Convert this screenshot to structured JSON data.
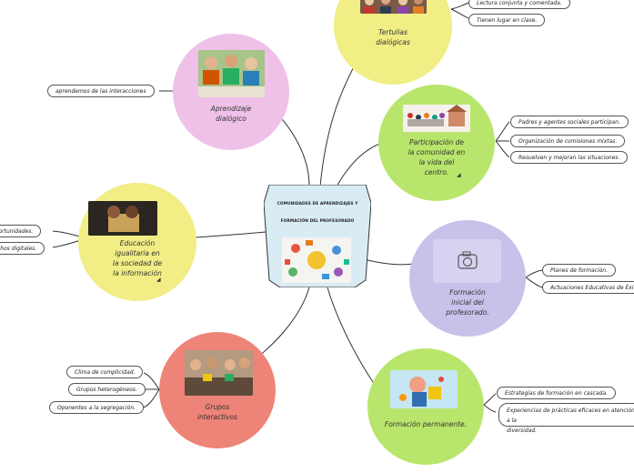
{
  "center": {
    "line1": "COMUNIDADES DE APRENDIZAJES Y",
    "line2": "FORMACIÓN DEL PROFESORADO"
  },
  "nodes": {
    "tertulias": {
      "label": "Tertulias\ndialógicas",
      "color": "#f0ee84"
    },
    "aprendizaje": {
      "label": "Aprendizaje\ndialógico",
      "color": "#efc1e8"
    },
    "participacion": {
      "label": "Participación de\nla comunidad en\nla vida del\ncentro.",
      "color": "#b8e66c"
    },
    "educacion": {
      "label": "Educación\nigualitaria en\nla sociedad de\nla información",
      "color": "#f2ed84"
    },
    "formacion_inicial": {
      "label": "Formación\ninicial del\nprofesorado.",
      "color": "#c9c1ea"
    },
    "grupos": {
      "label": "Grupos\ninteractivos",
      "color": "#ee8478"
    },
    "formacion_permanente": {
      "label": "Formación permanente.",
      "color": "#b8e66c"
    }
  },
  "leaves": {
    "lectura": "Lectura conjunta y comentada.",
    "clase": "Tienen lugar en clase.",
    "interacciones": "aprendemos de las interacciones",
    "padres": "Padres y agentes sociales participan.",
    "comisiones": "Organización de comisiones mixtas.",
    "resuelven": "Resuelven y mejoran las situaciones.",
    "oportunidades": "oportunidades.",
    "digitales": "chos digitales.",
    "planes": "Planes de formación.",
    "actuaciones": "Actuaciones Educativas de Éxi",
    "clima": "Clima de complicidad.",
    "heterogeneos": "Grupos heterogéneos.",
    "segregacion": "Oponentes a la segregación.",
    "cascada": "Estrategias de formación en cascada.",
    "experiencias": "Experiencias de prácticas eficaces en atención a la\ndiversidad."
  },
  "icons": {
    "camera": "camera-icon",
    "arrow": "arrow-icon"
  },
  "colors": {
    "center_fill": "#d9ecf4",
    "line": "#333333"
  }
}
